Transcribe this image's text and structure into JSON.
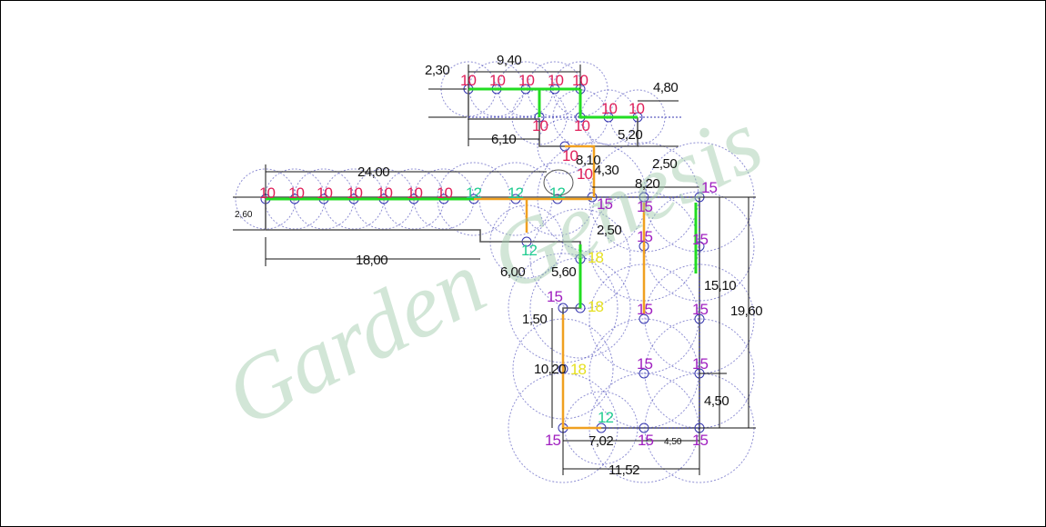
{
  "watermark": "Garden Genesis",
  "colors": {
    "head_10": "#e0205a",
    "head_12": "#20cc90",
    "head_15": "#a020c0",
    "head_18": "#e6e020",
    "pipe_green": "#22dd22",
    "pipe_orange": "#f0a020",
    "outline": "#3535b0"
  },
  "dimensions": [
    "9,40",
    "2,30",
    "4,80",
    "6,10",
    "5,20",
    "8,10",
    "4,30",
    "2,50",
    "24,00",
    "8,20",
    "2,60",
    "2,50",
    "18,00",
    "6,00",
    "5,60",
    "15,10",
    "19,60",
    "1,50",
    "10,20",
    "4,50",
    "7,02",
    "4,50",
    "11,52"
  ],
  "heads": {
    "r10": "10",
    "g12": "12",
    "p15": "15",
    "y18": "18"
  }
}
